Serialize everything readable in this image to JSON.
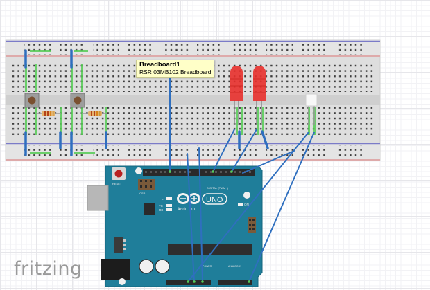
{
  "app": {
    "name": "Fritzing",
    "view": "Breadboard View",
    "logo_text": "fritzing"
  },
  "tooltip": {
    "title": "Breadboard1",
    "subtitle": "RSR 03MB102 Breadboard"
  },
  "parts": {
    "breadboard": {
      "name": "Breadboard1",
      "type": "RSR 03MB102 Breadboard"
    },
    "arduino": {
      "logo_text": "Arduino",
      "model_text": "UNO",
      "reset_label": "RESET",
      "icsp_label": "ICSP",
      "icsp2_label": "ICSP",
      "digital_label": "DIGITAL (PWM~)",
      "analog_label": "ANALOG IN",
      "power_label": "POWER",
      "led_labels": [
        "L",
        "TX",
        "RX",
        "ON"
      ]
    },
    "pushbuttons": [
      {
        "name": "pushbutton-1"
      },
      {
        "name": "pushbutton-2"
      }
    ],
    "resistors": [
      {
        "name": "resistor-1"
      },
      {
        "name": "resistor-2"
      }
    ],
    "leds": [
      {
        "name": "led-red-1",
        "color": "#e8302c"
      },
      {
        "name": "led-red-2",
        "color": "#e8302c"
      },
      {
        "name": "led-white",
        "color": "#f4f4f4"
      }
    ]
  },
  "colors": {
    "wire": "#2f6fbf",
    "arduino_board": "#1d7a96",
    "breadboard": "#dcdcdc",
    "rail_blue": "#6f6fbf",
    "rail_red": "#d46a6a",
    "connected_hole": "#55cc55"
  }
}
